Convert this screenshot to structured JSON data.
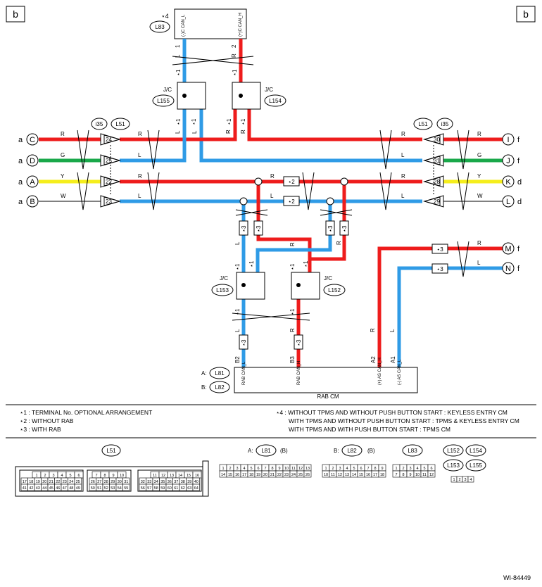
{
  "page_marker": "b",
  "figure_code": "WI-84449",
  "top_unit": {
    "star": "⋆4",
    "conn": "L83",
    "pin1_label": "(-)C CAN_L",
    "pin2_label": "(+)C CAN_H"
  },
  "rab_cm": {
    "label": "RAB CM",
    "conn_a_prefix": "A:",
    "conn_a": "L81",
    "conn_b_prefix": "B:",
    "conn_b": "L82",
    "pin_labels": [
      "RAB CAN_L",
      "RAB CAN_H",
      "(+) AS CAN_H",
      "(-) AS CAN_L"
    ],
    "pins": [
      "B2",
      "B3",
      "A2",
      "A1"
    ]
  },
  "jc": {
    "label": "J/C",
    "l155": "L155",
    "l154": "L154",
    "l153": "L153",
    "l152": "L152"
  },
  "connectors": {
    "i35": "i35",
    "l51": "L51"
  },
  "terminals_left": [
    {
      "side": "a",
      "letter": "C",
      "wire": "R",
      "pin": "24"
    },
    {
      "side": "a",
      "letter": "D",
      "wire": "G",
      "pin": "25"
    },
    {
      "side": "a",
      "letter": "A",
      "wire": "Y",
      "pin": "22"
    },
    {
      "side": "a",
      "letter": "B",
      "wire": "W",
      "pin": "23"
    }
  ],
  "terminals_right": [
    {
      "side": "f",
      "letter": "I",
      "wire": "R",
      "pin": "30"
    },
    {
      "side": "f",
      "letter": "J",
      "wire": "G",
      "pin": "31"
    },
    {
      "side": "d",
      "letter": "K",
      "wire": "Y",
      "pin": "28"
    },
    {
      "side": "d",
      "letter": "L",
      "wire": "W",
      "pin": "29"
    },
    {
      "side": "f",
      "letter": "M",
      "wire": "R",
      "pin": ""
    },
    {
      "side": "f",
      "letter": "N",
      "wire": "L",
      "pin": ""
    }
  ],
  "wire_codes": {
    "R": "R",
    "L": "L",
    "G": "G",
    "Y": "Y",
    "W": "W"
  },
  "stars": {
    "s1": "⋆1",
    "s2": "⋆2",
    "s3": "⋆3"
  },
  "top_pins": [
    "1",
    "2"
  ],
  "notes": {
    "n1": "⋆1  : TERMINAL No. OPTIONAL ARRANGEMENT",
    "n2": "⋆2  : WITHOUT RAB",
    "n3": "⋆3  : WITH RAB",
    "n4a": "⋆4  : WITHOUT TPMS AND WITHOUT PUSH BUTTON START : KEYLESS ENTRY CM",
    "n4b": "WITH TPMS AND WITHOUT PUSH BUTTON START : TPMS & KEYLESS ENTRY CM",
    "n4c": "WITH TPMS AND WITH PUSH BUTTON START : TPMS CM"
  },
  "connector_views": {
    "l51": "L51",
    "a_prefix": "A:",
    "l81": "L81",
    "b_suffix": "(B)",
    "b_prefix": "B:",
    "l82": "L82",
    "l83": "L83",
    "l152": "L152",
    "l154": "L154",
    "l153": "L153",
    "l155": "L155",
    "l51_rows": [
      [
        "1",
        "2",
        "3",
        "4",
        "5",
        "6"
      ],
      [
        "17",
        "18",
        "19",
        "20",
        "21",
        "22",
        "23",
        "24",
        "25"
      ],
      [
        "41",
        "42",
        "43",
        "44",
        "45",
        "46",
        "47",
        "48",
        "49"
      ],
      [
        "7",
        "8",
        "9",
        "10"
      ],
      [
        "26",
        "27",
        "28",
        "29",
        "30",
        "31"
      ],
      [
        "50",
        "51",
        "52",
        "53",
        "54",
        "55"
      ],
      [
        "11",
        "12",
        "13",
        "14",
        "15",
        "16"
      ],
      [
        "32",
        "33",
        "34",
        "35",
        "36",
        "37",
        "38",
        "39",
        "40"
      ],
      [
        "56",
        "57",
        "58",
        "59",
        "60",
        "61",
        "62",
        "63",
        "64"
      ]
    ],
    "l81_rows": [
      [
        "1",
        "2",
        "3",
        "4",
        "5",
        "6",
        "7",
        "8",
        "9",
        "10",
        "11",
        "12",
        "13"
      ],
      [
        "14",
        "15",
        "16",
        "17",
        "18",
        "19",
        "20",
        "21",
        "22",
        "23",
        "24",
        "25",
        "26"
      ]
    ],
    "l82_rows": [
      [
        "1",
        "2",
        "3",
        "4",
        "5",
        "6",
        "7",
        "8",
        "9"
      ],
      [
        "10",
        "11",
        "12",
        "13",
        "14",
        "15",
        "16",
        "17",
        "18"
      ]
    ],
    "l83_rows": [
      [
        "1",
        "2",
        "3",
        "4",
        "5",
        "6"
      ],
      [
        "7",
        "8",
        "9",
        "10",
        "11",
        "12"
      ]
    ],
    "jc_rows": [
      [
        "1",
        "2",
        "3",
        "4"
      ]
    ]
  },
  "colors": {
    "red": "#ee1c1c",
    "blue": "#2f9be6",
    "green": "#19a84a",
    "yellow": "#f5ee1b"
  }
}
